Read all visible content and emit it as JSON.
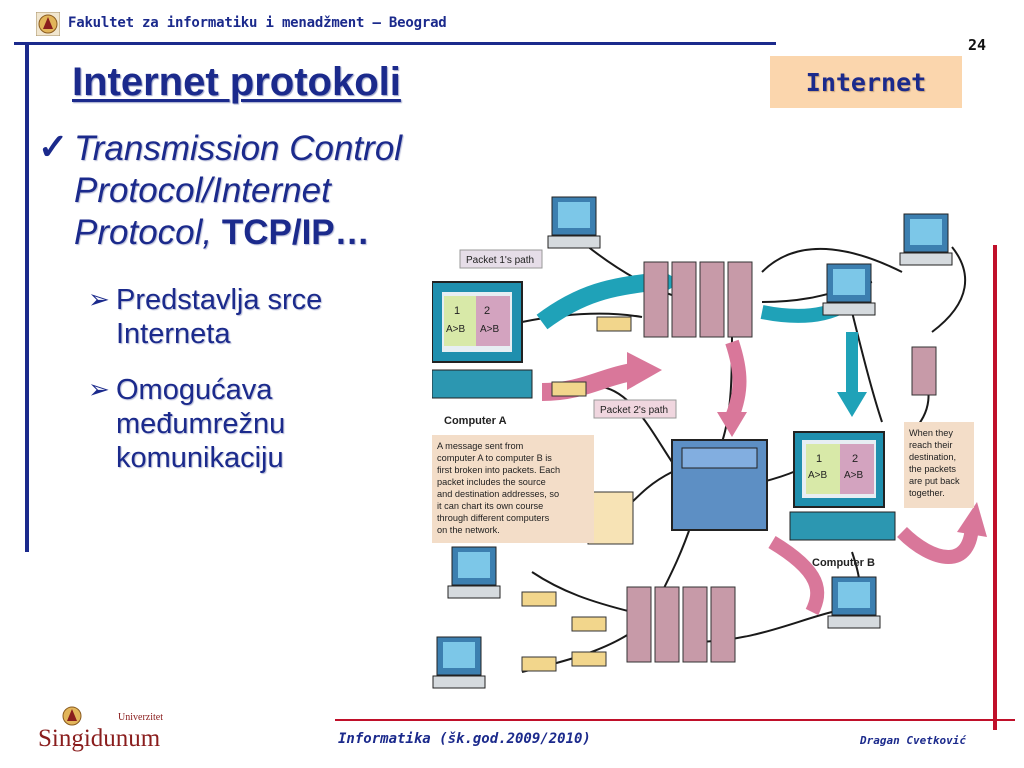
{
  "header": {
    "faculty": "Fakultet za informatiku i menadžment – Beograd",
    "page_number": "24",
    "tag": "Internet"
  },
  "slide": {
    "title": "Internet protokoli",
    "bullet_main_italic": "Transmission Control Protocol/Internet Protocol",
    "bullet_main_sep": ", ",
    "bullet_main_bold": "TCP/IP…",
    "sub_bullets": [
      "Predstavlja srce Interneta",
      "Omogućava međumrežnu komunikaciju"
    ]
  },
  "diagram": {
    "packet1_label": "Packet 1's path",
    "packet2_label": "Packet 2's path",
    "computer_a": "Computer A",
    "computer_b": "Computer B",
    "pkt_num_1": "1",
    "pkt_num_2": "2",
    "pkt_addr": "A>B",
    "message_lines": [
      "A message sent from",
      "computer A to computer B is",
      "first broken into packets. Each",
      "packet includes the source",
      "and destination addresses, so",
      "it can chart its own course",
      "through different computers",
      "on the network."
    ],
    "reassembly_lines": [
      "When they",
      "reach their",
      "destination,",
      "the packets",
      "are put back",
      "together."
    ],
    "colors": {
      "teal": "#1fa2b8",
      "pink": "#d9779a",
      "server": "#c79aa8",
      "note_bg": "#f3ddc8"
    }
  },
  "footer": {
    "university_small": "Univerzitet",
    "university": "Singidunum",
    "course": "Informatika (šk.god.2009/2010)",
    "author": "Dragan Cvetković"
  }
}
